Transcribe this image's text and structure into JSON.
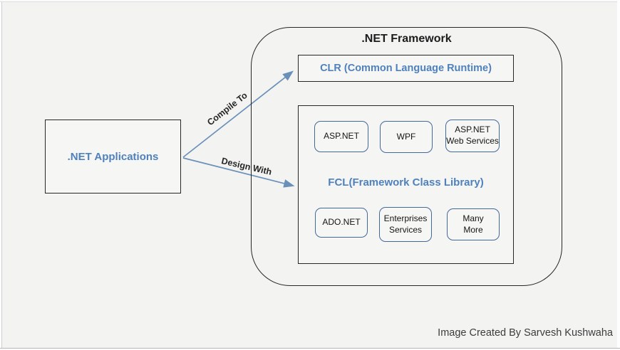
{
  "applications_box": {
    "label": ".NET Applications"
  },
  "framework": {
    "title": ".NET Framework",
    "clr": {
      "label": "CLR (Common Language Runtime)"
    },
    "fcl": {
      "title": "FCL(Framework Class Library)",
      "top_row": [
        "ASP.NET",
        "WPF",
        "ASP.NET\nWeb Services"
      ],
      "bottom_row": [
        "ADO.NET",
        "Enterprises\nServices",
        "Many\nMore"
      ]
    }
  },
  "arrows": {
    "compile": {
      "label": "Compile To"
    },
    "design": {
      "label": "Design With"
    }
  },
  "caption": {
    "text": "Image Created By Sarvesh Kushwaha"
  },
  "colors": {
    "accent_blue": "#4f81bd",
    "chip_border_blue": "#44689b",
    "outline_black": "#262626",
    "arrow_blue": "#6a90ba",
    "background": "#f3f3f2"
  }
}
